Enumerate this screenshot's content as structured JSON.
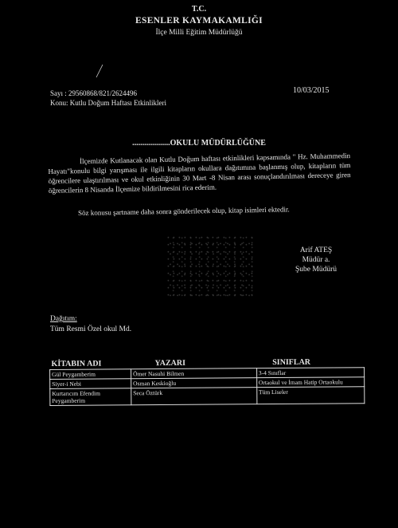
{
  "header": {
    "tc": "T.C.",
    "kaymakamlik": "ESENLER KAYMAKAMLIĞI",
    "mudurluk": "İlçe Milli Eğitim Müdürlüğü"
  },
  "meta": {
    "sayi": "Sayı  : 29560868/821/2624496",
    "konu": "Konu: Kutlu Doğum Haftası Etkinlikleri",
    "tarih": "10/03/2015"
  },
  "addressee": "...................OKULU MÜDÜRLÜĞÜNE",
  "body": {
    "paragraph1": "İlçemizde Kutlanacak olan Kutlu Doğum haftası etkinlikleri kapsamında \" Hz. Muhammedin Hayatı\"konulu bilgi yarışması ile ilgili kitapların okullara dağıtımına başlanmış olup, kitapların tüm öğrencilere ulaştırılması ve okul etkinliğinin 30 Mart -8 Nisan arası sonuçlandırılması dereceye giren öğrencilerin 8 Nisanda İlçemize bildirilmesini rica ederim.",
    "paragraph2": "Söz konusu şartname daha sonra gönderilecek olup, kitap isimleri ektedir."
  },
  "signature": {
    "name": "Arif ATEŞ",
    "title": "Müdür a.",
    "unit": "Şube Müdürü"
  },
  "distribution": {
    "title": "Dağıtım:",
    "recipient": "Tüm  Resmi Özel okul  Md."
  },
  "table": {
    "headers": [
      "KİTABIN ADI",
      "YAZARI",
      "SINIFLAR"
    ],
    "rows": [
      [
        "Gül Peygamberim",
        "Ömer Nasuhi Bilmen",
        "3-4 Sınıflar"
      ],
      [
        "Siyer-i Nebi",
        "Osman Keskioğlu",
        "Ortaokul ve İmam Hatip Ortaokulu"
      ],
      [
        "Kurtarıcım Efendim Peygamberim",
        "Seca Öztürk",
        "Tüm Liseler"
      ]
    ]
  }
}
